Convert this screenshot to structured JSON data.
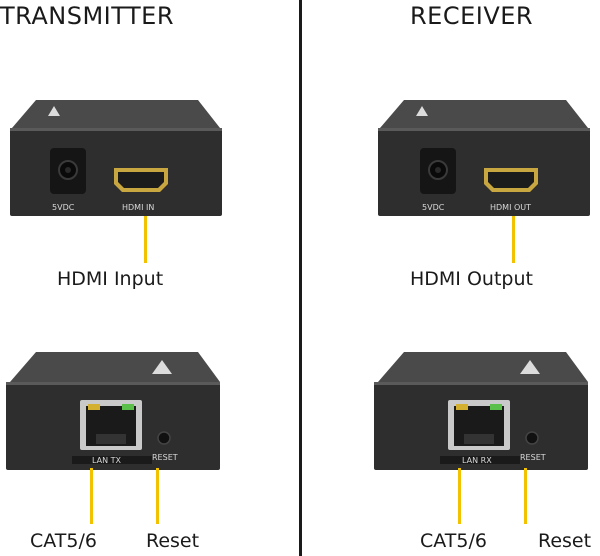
{
  "headings": {
    "left": "TRANSMITTER",
    "right": "RECEIVER"
  },
  "transmitter_front": {
    "power_label": "5VDC",
    "port_label": "HDMI IN",
    "callout": "HDMI Input"
  },
  "receiver_front": {
    "power_label": "5VDC",
    "port_label": "HDMI OUT",
    "callout": "HDMI Output"
  },
  "transmitter_back": {
    "lan_label": "LAN TX",
    "reset_label": "RESET",
    "callout_lan": "CAT5/6",
    "callout_reset": "Reset"
  },
  "receiver_back": {
    "lan_label": "LAN RX",
    "reset_label": "RESET",
    "callout_lan": "CAT5/6",
    "callout_reset": "Reset"
  },
  "colors": {
    "leader": "#f2c200",
    "device_body": "#2e2e2e",
    "device_top": "#4a4a4a",
    "divider": "#1a1a1a"
  }
}
